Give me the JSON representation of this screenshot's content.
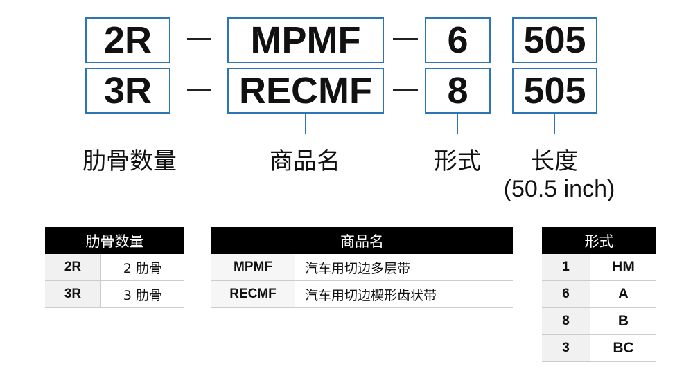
{
  "code_rows": [
    {
      "ribs": "2R",
      "product": "MPMF",
      "form": "6",
      "length": "505"
    },
    {
      "ribs": "3R",
      "product": "RECMF",
      "form": "8",
      "length": "505"
    }
  ],
  "labels": {
    "ribs": "肋骨数量",
    "product": "商品名",
    "form": "形式",
    "length": "长度",
    "length_note": "(50.5 inch)"
  },
  "colors": {
    "box_border": "#2e75b6"
  },
  "tables": {
    "ribs": {
      "header": "肋骨数量",
      "rows": [
        [
          "2R",
          "2 肋骨"
        ],
        [
          "3R",
          "3 肋骨"
        ]
      ]
    },
    "product": {
      "header": "商品名",
      "rows": [
        [
          "MPMF",
          "汽车用切边多层带"
        ],
        [
          "RECMF",
          "汽车用切边楔形齿状带"
        ]
      ]
    },
    "form": {
      "header": "形式",
      "rows": [
        [
          "1",
          "HM"
        ],
        [
          "6",
          "A"
        ],
        [
          "8",
          "B"
        ],
        [
          "3",
          "BC"
        ]
      ]
    }
  }
}
